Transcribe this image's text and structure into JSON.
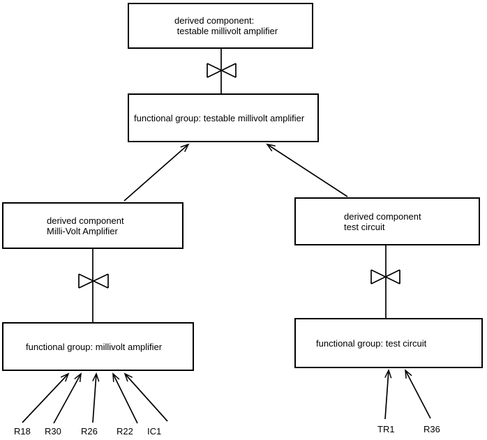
{
  "colors": {
    "background": "#ffffff",
    "line": "#000000",
    "text": "#000000"
  },
  "nodes": {
    "derived_testable": {
      "line1": "derived component:",
      "line2": " testable millivolt amplifier"
    },
    "fg_testable": {
      "label": "functional group: testable millivolt amplifier"
    },
    "derived_millivolt": {
      "line1": "derived component",
      "line2": "Milli-Volt Amplifier"
    },
    "derived_test": {
      "line1": "derived component",
      "line2": "test circuit"
    },
    "fg_millivolt": {
      "label": "functional group: millivolt amplifier"
    },
    "fg_test": {
      "label": "functional group: test circuit"
    }
  },
  "leaf_components": {
    "left": [
      "R18",
      "R30",
      "R26",
      "R22",
      "IC1"
    ],
    "right": [
      "TR1",
      "R36"
    ]
  },
  "icons": {
    "decomposition_symbol": "bowtie-icon",
    "arrowhead_style": "open-arrow"
  }
}
